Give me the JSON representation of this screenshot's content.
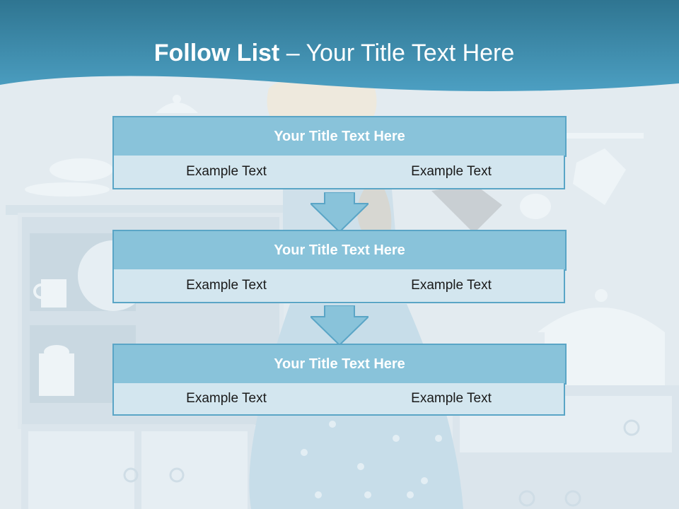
{
  "slide": {
    "title_bold": "Follow List",
    "title_rest": " – Your Title Text Here"
  },
  "blocks": [
    {
      "title": "Your Title Text Here",
      "left_text": "Example Text",
      "right_text": "Example Text"
    },
    {
      "title": "Your Title Text Here",
      "left_text": "Example Text",
      "right_text": "Example Text"
    },
    {
      "title": "Your Title Text Here",
      "left_text": "Example Text",
      "right_text": "Example Text"
    }
  ],
  "colors": {
    "header": "#3f8fb0",
    "title_fill": "#89c3da",
    "cell_fill": "#d3e6ef",
    "border": "#5aa5c6",
    "background": "#e5ecf1"
  },
  "illustration": "kitchen-woman-icon"
}
